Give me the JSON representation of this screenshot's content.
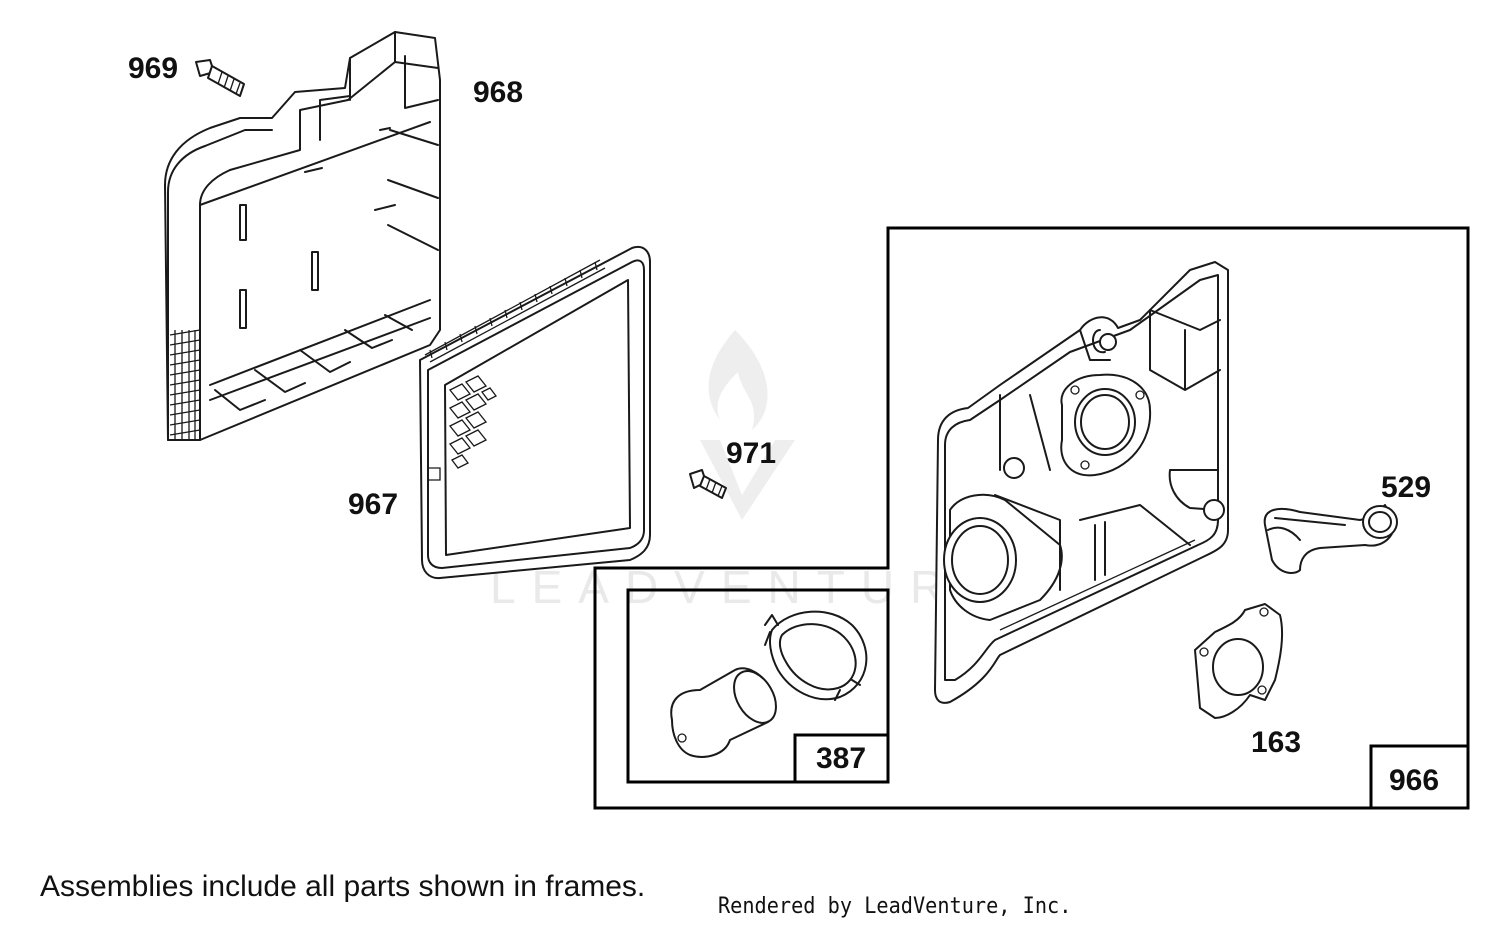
{
  "callouts": {
    "p969": "969",
    "p968": "968",
    "p967": "967",
    "p971": "971",
    "p529": "529",
    "p163": "163",
    "p387": "387",
    "p966": "966"
  },
  "watermark": "LEADVENTURE",
  "footnote": "Assemblies include all parts shown in frames.",
  "credit": "Rendered by LeadVenture, Inc.",
  "colors": {
    "line": "#1a1a1a",
    "watermark": "#e9e9e9",
    "background": "#ffffff"
  }
}
